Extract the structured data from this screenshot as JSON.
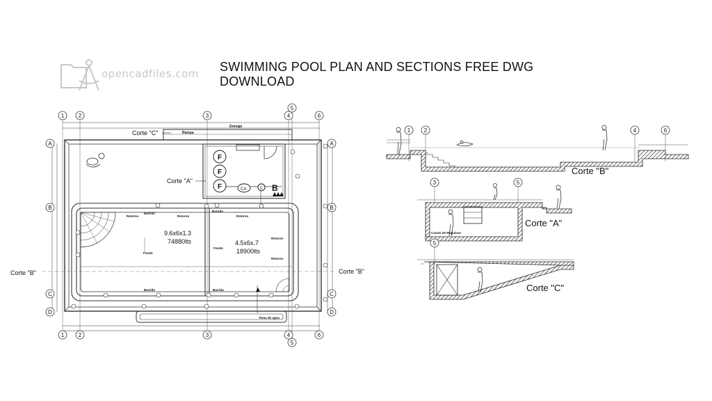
{
  "header": {
    "title": "SWIMMING POOL PLAN AND SECTIONS FREE DWG DOWNLOAD",
    "logo_text": "opencadfiles.com"
  },
  "grid_labels": {
    "cols": [
      "1",
      "2",
      "3",
      "4",
      "5",
      "6"
    ],
    "rows": [
      "A",
      "B",
      "C",
      "D"
    ]
  },
  "plan": {
    "corte_c": "Corte \"C\"",
    "corte_a": "Corte \"A\"",
    "corte_b_left": "Corte \"B\"",
    "corte_b_right": "Corte \"B\"",
    "rampa": "Rampa",
    "drenaje": "Drenaje",
    "filters": [
      "F",
      "F",
      "F"
    ],
    "ca": "CA",
    "c_small": "C",
    "b_marker": "B",
    "pool_left_dims": "9.6x6x1.3",
    "pool_left_volume": "74880lts",
    "pool_right_dims": "4.5x6x.7",
    "pool_right_volume": "18900lts",
    "fondo": "Fondo",
    "retorno": "Retorno",
    "barrido": "Barrido",
    "toma_de_agua": "Toma de agua"
  },
  "sections": {
    "corte_b": "Corte \"B\"",
    "corte_a": "Corte \"A\"",
    "corte_c": "Corte \"C\"",
    "cuarto_de_maquinas": "Cuarto de Maquinas"
  }
}
